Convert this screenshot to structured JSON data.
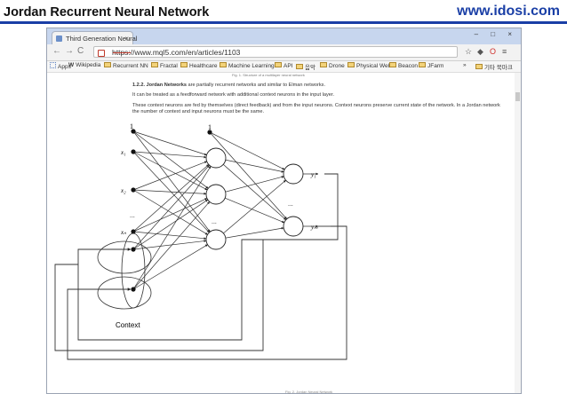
{
  "slide": {
    "title": "Jordan Recurrent Neural Network",
    "brand": "www.idosi.com",
    "accent": "#1a3fa6"
  },
  "browser": {
    "tab_title": "Third Generation Neural",
    "tab_close": "×",
    "window_controls": "– □ ×",
    "url": "https://www.mql5.com/en/articles/1103",
    "nav_icons": [
      "back-icon",
      "forward-icon",
      "reload-icon"
    ],
    "bookmarks": [
      {
        "label": "Apps",
        "icon": "apps-icon"
      },
      {
        "label": "Wikipedia",
        "icon": "wikipedia-icon"
      },
      {
        "label": "Recurrent NN",
        "icon": "folder-icon"
      },
      {
        "label": "Fractal",
        "icon": "folder-icon"
      },
      {
        "label": "Healthcare",
        "icon": "folder-icon"
      },
      {
        "label": "Machine Learning",
        "icon": "folder-icon"
      },
      {
        "label": "API",
        "icon": "folder-icon"
      },
      {
        "label": "음악",
        "icon": "folder-icon"
      },
      {
        "label": "Drone",
        "icon": "folder-icon"
      },
      {
        "label": "Physical Web",
        "icon": "folder-icon"
      },
      {
        "label": "Beacon",
        "icon": "folder-icon"
      },
      {
        "label": "JFarm",
        "icon": "folder-icon"
      }
    ],
    "bookmarks_overflow": "»",
    "bookmarks_other": "기타 북마크"
  },
  "page": {
    "figure_caption": "Fig. 1. Structure of a multilayer neural network",
    "para1_heading": "1.2.2. Jordan Networks",
    "para1_rest": " are partially recurrent networks and similar to Elman networks.",
    "para2": "It can be treated as a feedforward network with additional context neurons in the input layer.",
    "para3": "These context neurons are fed by themselves (direct feedback) and from the input neurons. Context neurons preserve current state of the network. In a Jordan network the number of context and input neurons must be the same.",
    "bottom_caption": "Fig. 2. Jordan Neural Network"
  },
  "diagram": {
    "bias_label_input": "1",
    "bias_label_hidden": "1",
    "input_labels": [
      "x₁",
      "x₂",
      "xₙ"
    ],
    "ellipsis_input": "...",
    "ellipsis_hidden": "...",
    "ellipsis_output": "...",
    "output_labels": [
      "y₁",
      "yₘ"
    ],
    "context_label": "Context"
  }
}
